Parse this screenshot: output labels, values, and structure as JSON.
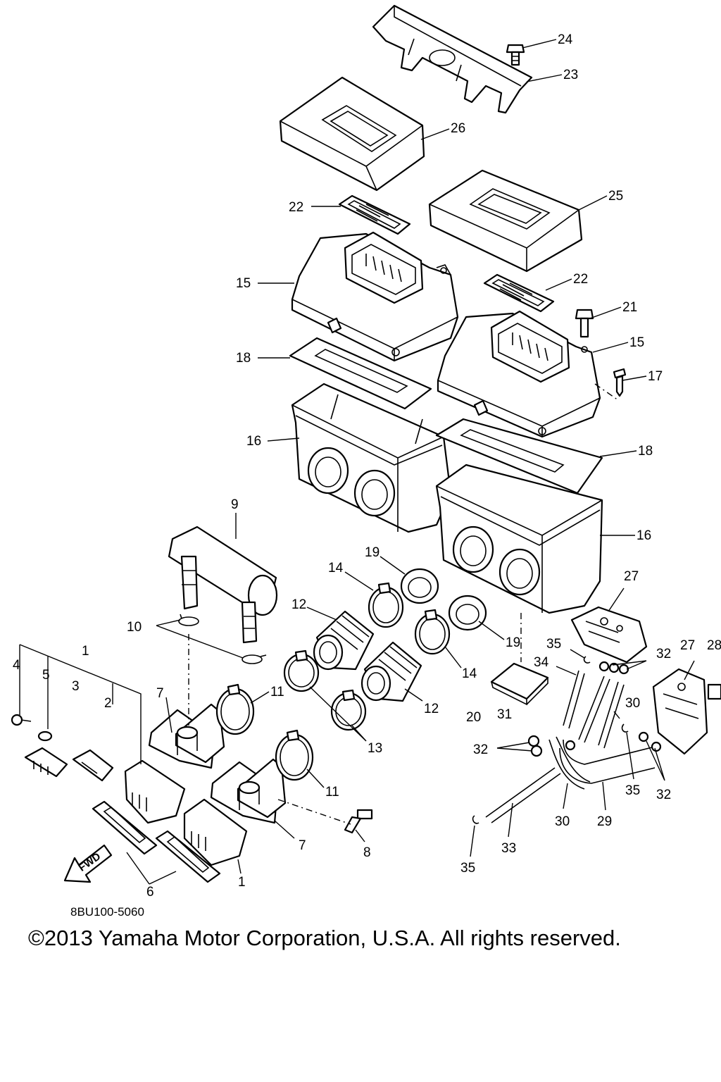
{
  "diagram": {
    "callouts": {
      "c1a": "1",
      "c1b": "1",
      "c2": "2",
      "c3": "3",
      "c4": "4",
      "c5": "5",
      "c6": "6",
      "c7a": "7",
      "c7b": "7",
      "c8": "8",
      "c9": "9",
      "c10": "10",
      "c11a": "11",
      "c11b": "11",
      "c12a": "12",
      "c12b": "12",
      "c13": "13",
      "c14a": "14",
      "c14b": "14",
      "c15a": "15",
      "c15b": "15",
      "c16a": "16",
      "c16b": "16",
      "c17": "17",
      "c18a": "18",
      "c18b": "18",
      "c19a": "19",
      "c19b": "19",
      "c20": "20",
      "c21": "21",
      "c22a": "22",
      "c22b": "22",
      "c23": "23",
      "c24": "24",
      "c25": "25",
      "c26": "26",
      "c27a": "27",
      "c27b": "27",
      "c28": "28",
      "c29": "29",
      "c30a": "30",
      "c30b": "30",
      "c31": "31",
      "c32a": "32",
      "c32b": "32",
      "c32c": "32",
      "c33": "33",
      "c34": "34",
      "c35a": "35",
      "c35b": "35",
      "c35c": "35"
    },
    "fwd_label": "FWD",
    "diagram_code": "8BU100-5060",
    "copyright": "©2013 Yamaha Motor Corporation, U.S.A. All rights reserved."
  }
}
